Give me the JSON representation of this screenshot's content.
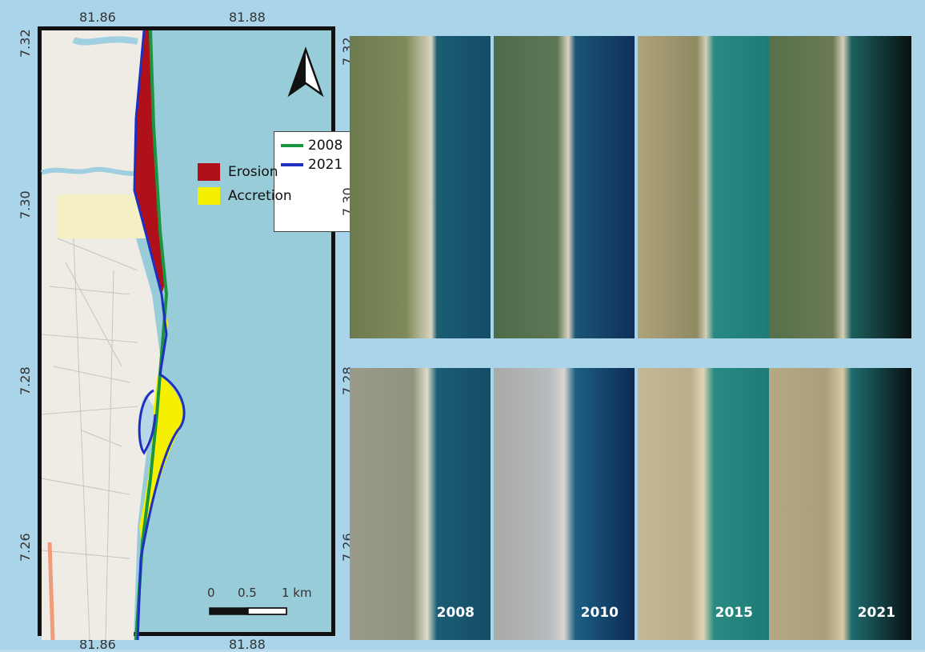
{
  "map": {
    "x_ticks": [
      "81.86",
      "81.88"
    ],
    "y_ticks": [
      "7.32",
      "7.30",
      "7.28",
      "7.26"
    ],
    "north_arrow": "north-arrow-icon",
    "scale": {
      "labels": [
        "0",
        "0.5",
        "1 km"
      ]
    },
    "legend": {
      "items": [
        {
          "label": "2008",
          "type": "line",
          "color": "#1a9641"
        },
        {
          "label": "2021",
          "type": "line",
          "color": "#1f2fbf"
        },
        {
          "label": "Erosion",
          "type": "patch",
          "color": "#b0101a"
        },
        {
          "label": "Accretion",
          "type": "patch",
          "color": "#f4f000"
        }
      ]
    }
  },
  "satellite": {
    "y_ticks_top": [
      "7.32",
      "7.30"
    ],
    "y_ticks_bottom": [
      "7.28",
      "7.26"
    ],
    "years": [
      "2008",
      "2010",
      "2015",
      "2021"
    ]
  }
}
